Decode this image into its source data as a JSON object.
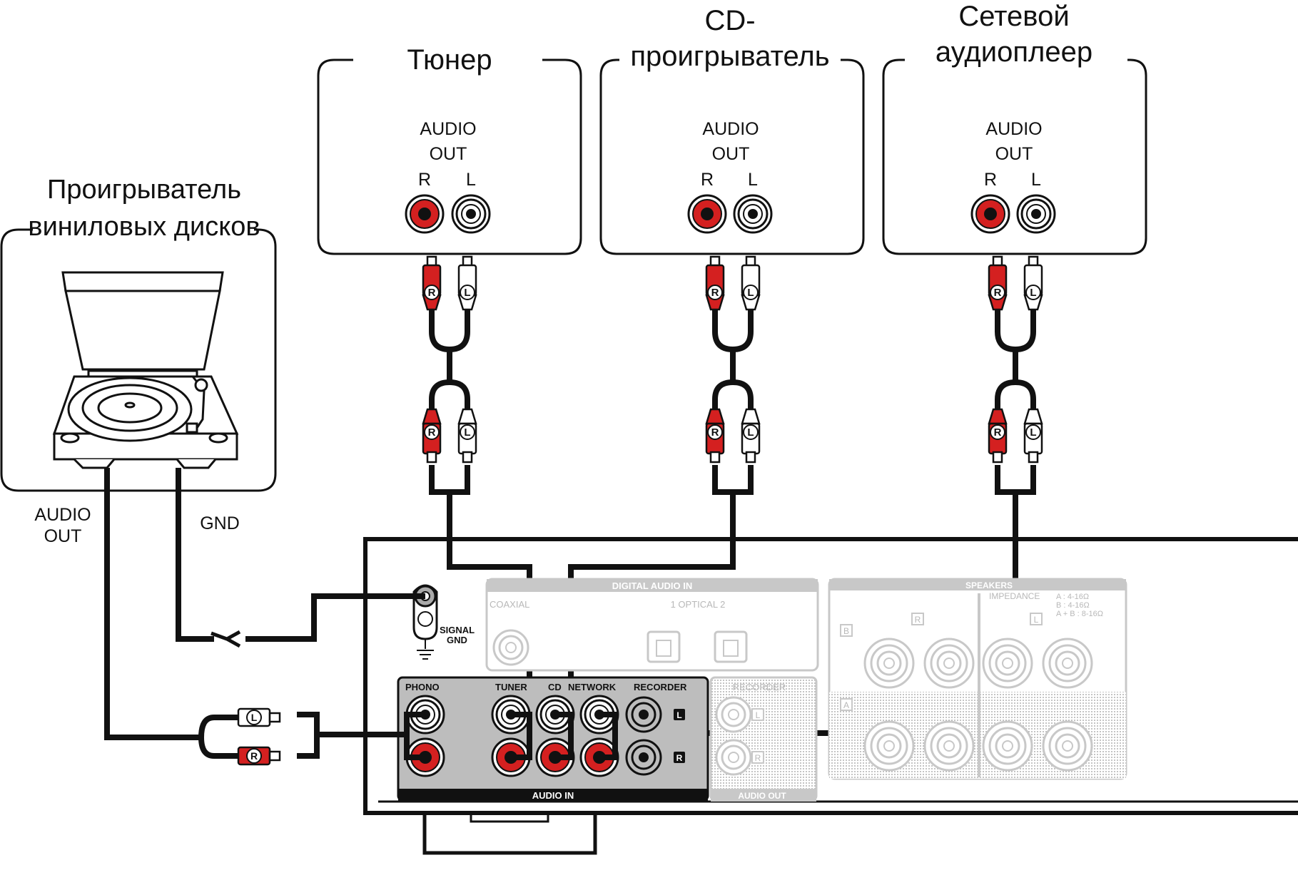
{
  "devices": {
    "tuner": {
      "title": "Тюнер",
      "jack_label_1": "AUDIO",
      "jack_label_2": "OUT",
      "r": "R",
      "l": "L"
    },
    "cd": {
      "title_line1": "CD-",
      "title_line2": "проигрыватель",
      "jack_label_1": "AUDIO",
      "jack_label_2": "OUT",
      "r": "R",
      "l": "L"
    },
    "network": {
      "title_line1": "Сетевой",
      "title_line2": "аудиоплеер",
      "jack_label_1": "AUDIO",
      "jack_label_2": "OUT",
      "r": "R",
      "l": "L"
    },
    "turntable": {
      "title_line1": "Проигрыватель",
      "title_line2": "виниловых дисков",
      "audio_out_1": "AUDIO",
      "audio_out_2": "OUT",
      "gnd": "GND"
    }
  },
  "plugs": {
    "r": "R",
    "l": "L"
  },
  "amplifier": {
    "signal_gnd_1": "SIGNAL",
    "signal_gnd_2": "GND",
    "digital_audio_in": "DIGITAL AUDIO IN",
    "coaxial": "COAXIAL",
    "optical": "1  OPTICAL  2",
    "speakers": "SPEAKERS",
    "impedance": "IMPEDANCE",
    "imp_a": "A     :  4-16Ω",
    "imp_b": "B     :  4-16Ω",
    "imp_ab": "A + B :  8-16Ω",
    "spk_b": "B",
    "spk_r": "R",
    "spk_l": "L",
    "spk_a": "A",
    "audio_in_labels": [
      "PHONO",
      "TUNER",
      "CD",
      "NETWORK",
      "RECORDER"
    ],
    "audio_in": "AUDIO IN",
    "recorder_out": "RECORDER",
    "audio_out": "AUDIO OUT",
    "ch_l": "L",
    "ch_r": "R"
  },
  "colors": {
    "red": "#d42020",
    "black": "#111111",
    "panel": "#bdbdbd",
    "faint": "#c8c8c8"
  }
}
